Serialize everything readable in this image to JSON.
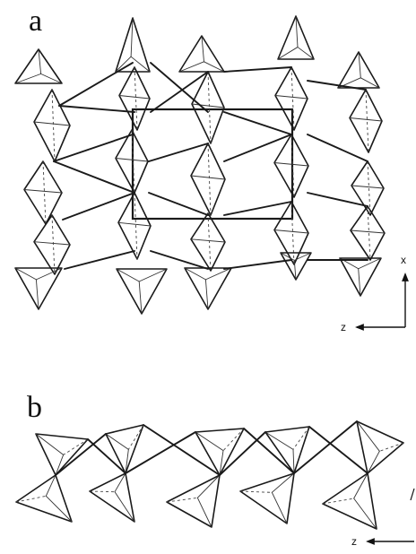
{
  "panel_a": {
    "label": "a",
    "axis_vertical": "x",
    "axis_horizontal": "z"
  },
  "panel_b": {
    "label": "b",
    "axis_horizontal": "z"
  }
}
